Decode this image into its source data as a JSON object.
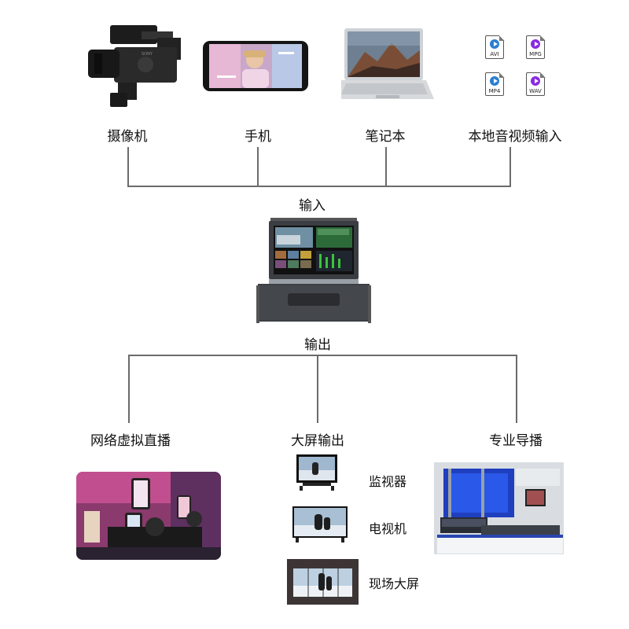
{
  "inputs": {
    "camera_label": "摄像机",
    "phone_label": "手机",
    "laptop_label": "笔记本",
    "local_label": "本地音视频输入",
    "files": [
      {
        "ext": "AVI",
        "color": "#2b7fd1"
      },
      {
        "ext": "MPG",
        "color": "#8a2be2"
      },
      {
        "ext": "MP4",
        "color": "#2b7fd1"
      },
      {
        "ext": "WAV",
        "color": "#8a2be2"
      }
    ]
  },
  "input_label": "输入",
  "output_label": "输出",
  "outputs": {
    "virtual_label": "网络虚拟直播",
    "bigscreen_label": "大屏输出",
    "pro_label": "专业导播",
    "screens": {
      "monitor": "监视器",
      "tv": "电视机",
      "wall": "现场大屏"
    }
  },
  "colors": {
    "line": "#6b6b6b",
    "device_body": "#2e3238"
  }
}
